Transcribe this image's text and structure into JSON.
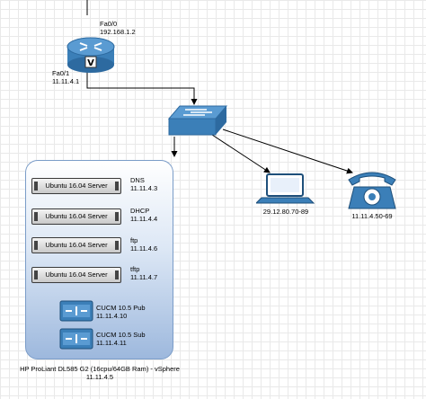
{
  "router": {
    "top_port": "Fa0/0",
    "top_ip": "192.168.1.2",
    "bottom_port": "Fa0/1",
    "bottom_ip": "11.11.4.1"
  },
  "host": {
    "title": "HP ProLiant DL585 G2 (16cpu/64GB Ram) - vSphere",
    "ip": "11.11.4.5"
  },
  "servers": [
    {
      "label": "Ubuntu 16.04 Server",
      "role": "DNS",
      "ip": "11.11.4.3"
    },
    {
      "label": "Ubuntu 16.04 Server",
      "role": "DHCP",
      "ip": "11.11.4.4"
    },
    {
      "label": "Ubuntu 16.04 Server",
      "role": "ftp",
      "ip": "11.11.4.6"
    },
    {
      "label": "Ubuntu 16.04 Server",
      "role": "tftp",
      "ip": "11.11.4.7"
    }
  ],
  "cucm": [
    {
      "role": "CUCM 10.5 Pub",
      "ip": "11.11.4.10"
    },
    {
      "role": "CUCM 10.5 Sub",
      "ip": "11.11.4.11"
    }
  ],
  "laptop": {
    "range": "29.12.80.70-89"
  },
  "phone": {
    "range": "11.11.4.50-69"
  },
  "colors": {
    "device_blue": "#3b7fb8",
    "box_border": "#7a9cc8",
    "box_fill_bottom": "#9db8dd",
    "connector": "#000000"
  }
}
